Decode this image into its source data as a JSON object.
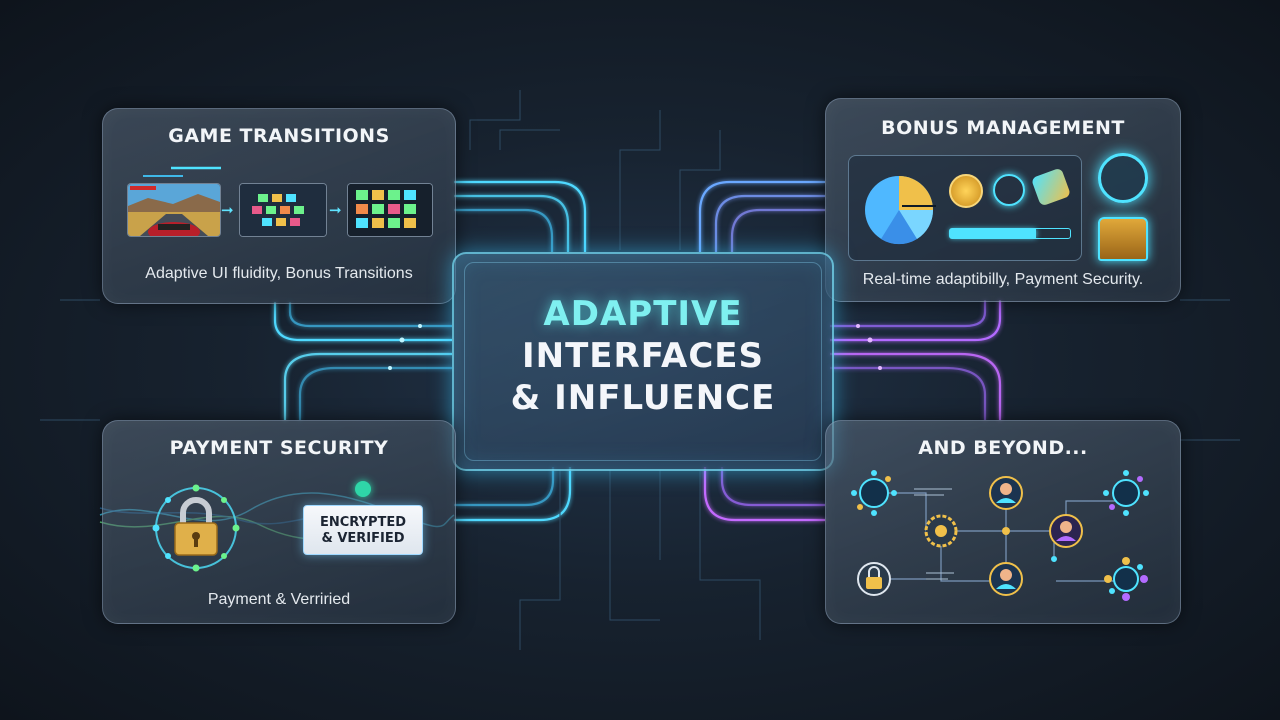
{
  "center": {
    "line1": "ADAPTIVE",
    "line2": "INTERFACES",
    "line3": "& INFLUENCE"
  },
  "panels": {
    "game_transitions": {
      "title": "GAME TRANSITIONS",
      "caption": "Adaptive UI fluidity, Bonus Transitions"
    },
    "bonus_management": {
      "title": "BONUS MANAGEMENT",
      "caption": "Real-time adaptibilly, Payment Security."
    },
    "payment_security": {
      "title": "PAYMENT SECURITY",
      "badge_line1": "ENCRYPTED",
      "badge_line2": "& VERIFIED",
      "caption": "Payment & Verriried"
    },
    "and_beyond": {
      "title": "AND BEYOND..."
    }
  },
  "colors": {
    "cyan": "#4fe3ff",
    "teal": "#7ff0f0",
    "purple": "#b36bff",
    "green": "#6cf28c"
  }
}
